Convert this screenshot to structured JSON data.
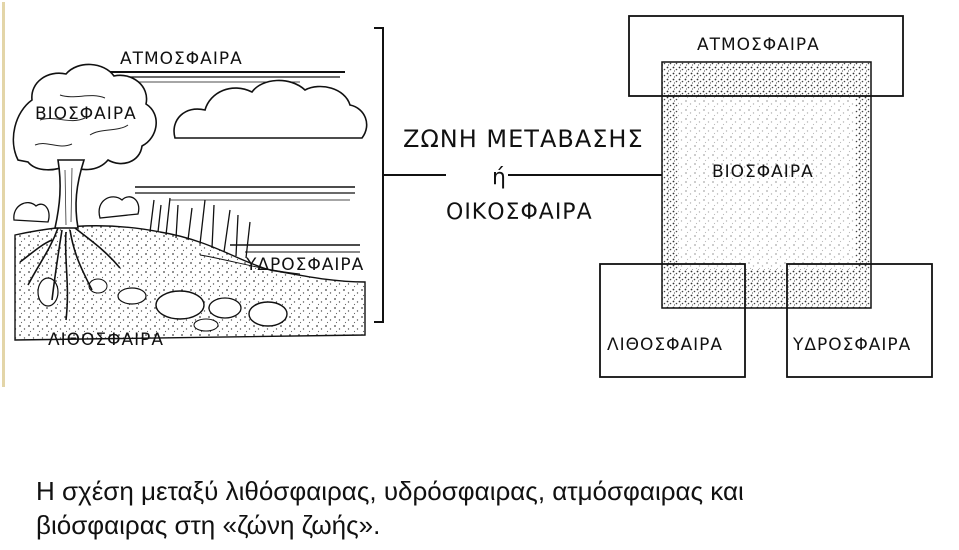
{
  "left_scene": {
    "atmosphere_label": "ΑΤΜΟΣΦΑΙΡΑ",
    "biosphere_label": "ΒΙΟΣΦΑΙΡΑ",
    "hydrosphere_label": "ΥΔΡΟΣΦΑΙΡΑ",
    "lithosphere_label": "ΛΙΘΟΣΦΑΙΡΑ"
  },
  "center": {
    "zone_label": "ΖΩΝΗ ΜΕΤΑΒΑΣΗΣ",
    "or_label": "ή",
    "ecosphere_label": "ΟΙΚΟΣΦΑΙΡΑ"
  },
  "right_diagram": {
    "atmosphere_label": "ΑΤΜΟΣΦΑΙΡΑ",
    "biosphere_label": "ΒΙΟΣΦΑΙΡΑ",
    "lithosphere_label": "ΛΙΘΟΣΦΑΙΡΑ",
    "hydrosphere_label": "ΥΔΡΟΣΦΑΙΡΑ"
  },
  "caption": {
    "line1": "Η σχέση μεταξύ λιθόσφαιρας, υδρόσφαιρας, ατμόσφαιρας και",
    "line2": "βιόσφαιρας στη «ζώνη ζωής»."
  }
}
